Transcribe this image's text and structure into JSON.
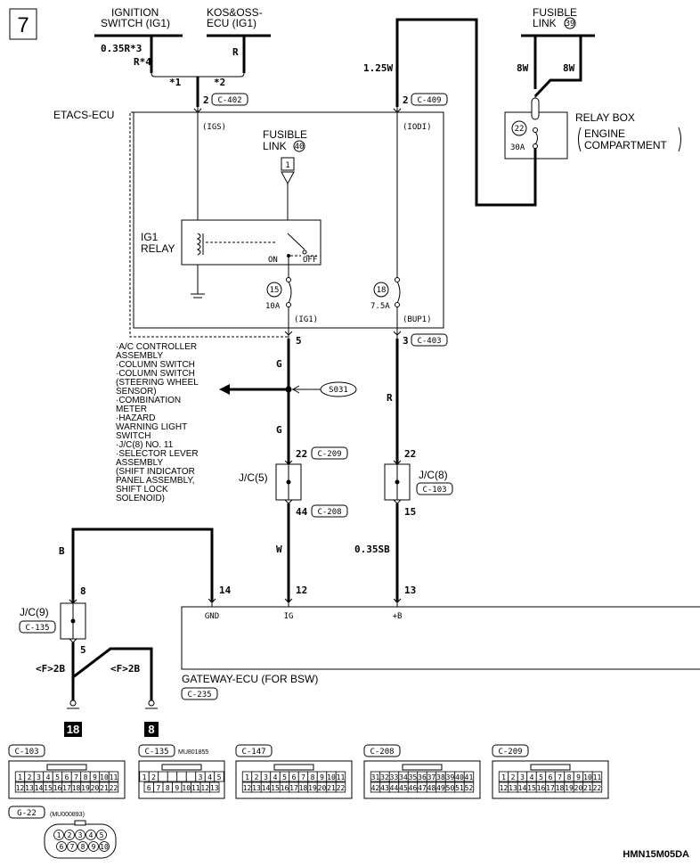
{
  "page_number": "7",
  "ignition_switch_label": "IGNITION\nSWITCH (IG1)",
  "kos_ecu_label": "KOS&OSS-\nECU (IG1)",
  "wire_035r": "0.35R*3",
  "wire_r_star4": "R*4",
  "wire_r_kos": "R",
  "star1": "*1",
  "star2": "*2",
  "fusible_link_39_label": "FUSIBLE\nLINK",
  "fusible_link_39_num": "39",
  "wire_8w_a": "8W",
  "wire_8w_b": "8W",
  "wire_125w": "1.25W",
  "relay_box_label": "RELAY BOX",
  "relay_box_sub": "ENGINE\nCOMPARTMENT",
  "relay_box_fuse_num": "22",
  "relay_box_fuse_amp": "30A",
  "etacs_label": "ETACS-ECU",
  "conn_c402_pin": "2",
  "conn_c402": "C-402",
  "conn_c409_pin": "2",
  "conn_c409": "C-409",
  "igs_label": "(IGS)",
  "iodi_label": "(IODI)",
  "fusible_link_40_label": "FUSIBLE\nLINK",
  "fusible_link_40_num": "40",
  "fl40_box_num": "1",
  "ig1_relay_label": "IG1\nRELAY",
  "on_label": "ON",
  "off_label": "OFF",
  "fuse15_num": "15",
  "fuse15_amp": "10A",
  "fuse18_num": "18",
  "fuse18_amp": "7.5A",
  "ig1_term": "(IG1)",
  "bup1_term": "(BUP1)",
  "pin5": "5",
  "pin3": "3",
  "conn_c403": "C-403",
  "wire_g_upper": "G",
  "wire_g_lower": "G",
  "wire_r_mid": "R",
  "splice_s031": "S031",
  "component_list": [
    "·A/C CONTROLLER",
    " ASSEMBLY",
    "·COLUMN SWITCH",
    "·COLUMN SWITCH",
    " (STEERING WHEEL",
    " SENSOR)",
    "·COMBINATION",
    " METER",
    "·HAZARD",
    " WARNING LIGHT",
    " SWITCH",
    "·J/C(8) NO. 11",
    "·SELECTOR LEVER",
    " ASSEMBLY",
    " (SHIFT INDICATOR",
    " PANEL ASSEMBLY,",
    " SHIFT LOCK",
    " SOLENOID)"
  ],
  "jc5_label": "J/C(5)",
  "jc5_pin_top": "22",
  "conn_c209": "C-209",
  "jc5_pin_bottom": "44",
  "conn_c208": "C-208",
  "jc8_label": "J/C(8)",
  "jc8_pin_top": "22",
  "conn_c103": "C-103",
  "jc8_pin_bottom": "15",
  "wire_w": "W",
  "wire_035sb": "0.35SB",
  "wire_b": "B",
  "jc9_label": "J/C(9)",
  "conn_c135": "C-135",
  "jc9_pin_top": "8",
  "jc9_pin_bottom": "5",
  "gw_pin14": "14",
  "gw_pin12": "12",
  "gw_pin13": "13",
  "gw_gnd": "GND",
  "gw_ig": "IG",
  "gw_b": "+B",
  "gateway_label": "GATEWAY-ECU (FOR BSW)",
  "conn_c235": "C-235",
  "ground_a": "<F>2B",
  "ground_b": "<F>2B",
  "ground_num_a": "18",
  "ground_num_b": "8",
  "connectors": {
    "c103": {
      "name": "C-103",
      "rows": [
        [
          "1",
          "2",
          "3",
          "4",
          "5",
          "6",
          "7",
          "8",
          "9",
          "10",
          "11"
        ],
        [
          "12",
          "13",
          "14",
          "15",
          "16",
          "17",
          "18",
          "19",
          "20",
          "21",
          "22"
        ]
      ]
    },
    "c135": {
      "name": "C-135",
      "part": "MU801855",
      "rows": [
        [
          "1",
          "2",
          "",
          "",
          "",
          "",
          "3",
          "4",
          "5"
        ],
        [
          "6",
          "7",
          "8",
          "9",
          "10",
          "11",
          "12",
          "13"
        ]
      ]
    },
    "c147": {
      "name": "C-147",
      "rows": [
        [
          "1",
          "2",
          "3",
          "4",
          "5",
          "6",
          "7",
          "8",
          "9",
          "10",
          "11"
        ],
        [
          "12",
          "13",
          "14",
          "15",
          "16",
          "17",
          "18",
          "19",
          "20",
          "21",
          "22"
        ]
      ]
    },
    "c208": {
      "name": "C-208",
      "rows": [
        [
          "31",
          "32",
          "33",
          "34",
          "35",
          "36",
          "37",
          "38",
          "39",
          "40",
          "41"
        ],
        [
          "42",
          "43",
          "44",
          "45",
          "46",
          "47",
          "48",
          "49",
          "50",
          "51",
          "52"
        ]
      ]
    },
    "c209": {
      "name": "C-209",
      "rows": [
        [
          "1",
          "2",
          "3",
          "4",
          "5",
          "6",
          "7",
          "8",
          "9",
          "10",
          "11"
        ],
        [
          "12",
          "13",
          "14",
          "15",
          "16",
          "17",
          "18",
          "19",
          "20",
          "21",
          "22"
        ]
      ]
    },
    "g22": {
      "name": "G-22",
      "part": "(MU000893)",
      "rows": [
        [
          "1",
          "2",
          "3",
          "4",
          "5"
        ],
        [
          "6",
          "7",
          "8",
          "9",
          "10"
        ]
      ]
    }
  },
  "diagram_code": "HMN15M05DA"
}
